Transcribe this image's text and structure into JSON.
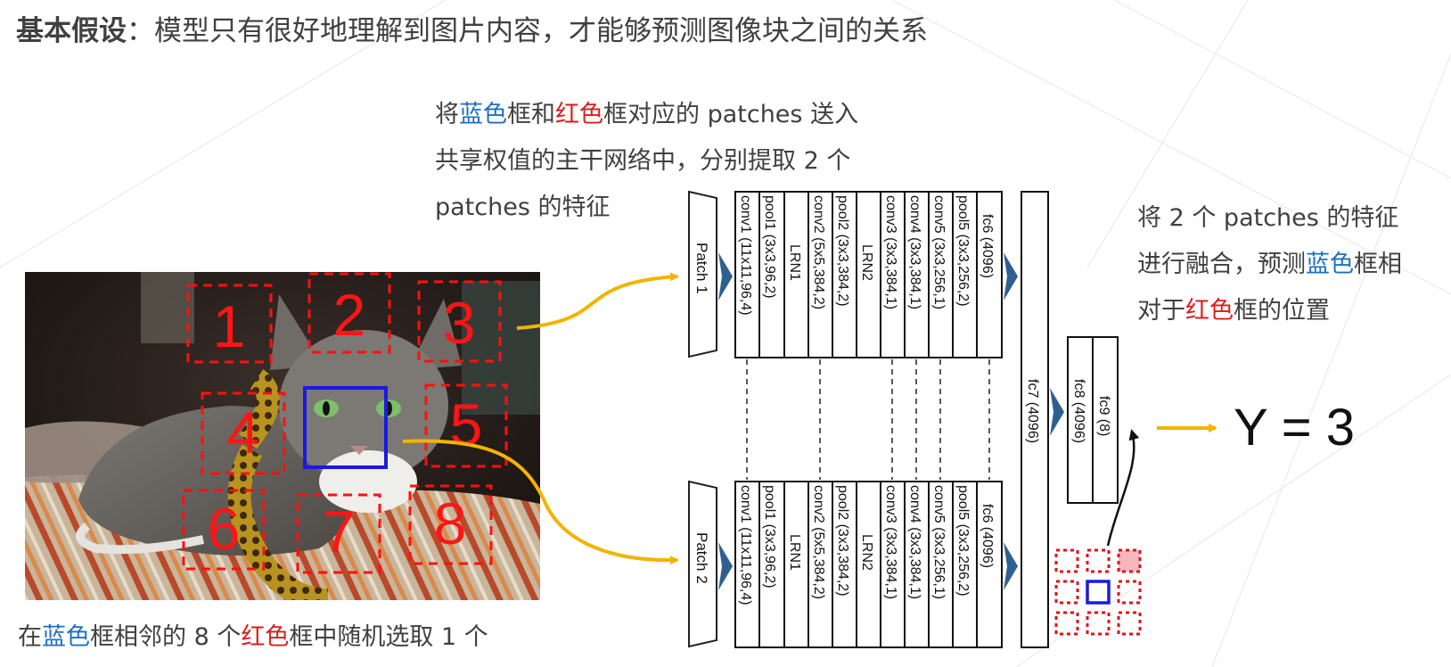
{
  "title": {
    "bold": "基本假设",
    "text": "：模型只有很好地理解到图片内容，才能够预测图像块之间的关系"
  },
  "top_text": {
    "l1_a": "将",
    "l1_blue": "蓝色",
    "l1_b": "框和",
    "l1_red": "红色",
    "l1_c": "框对应的 patches 送入",
    "l2": "共享权值的主干网络中，分别提取 2 个",
    "l3": "patches 的特征"
  },
  "right_text": {
    "l1": "将 2 个 patches 的特征",
    "l2_a": "进行融合，预测",
    "l2_blue": "蓝色",
    "l2_b": "框相",
    "l3_a": "对于",
    "l3_red": "红色",
    "l3_b": "框的位置"
  },
  "bottom_text": {
    "a": "在",
    "blue": "蓝色",
    "b": "框相邻的 8 个",
    "red": "红色",
    "c": "框中随机选取 1 个"
  },
  "patch_numbers": [
    "1",
    "2",
    "3",
    "4",
    "5",
    "6",
    "7",
    "8"
  ],
  "network": {
    "patch1": "Patch 1",
    "patch2": "Patch 2",
    "layers": [
      "conv1 (11x11,96,4)",
      "pool1 (3x3,96,2)",
      "LRN1",
      "conv2 (5x5,384,2)",
      "pool2 (3x3,384,2)",
      "LRN2",
      "conv3 (3x3,384,1)",
      "conv4 (3x3,384,1)",
      "conv5 (3x3,256,1)",
      "pool5 (3x3,256,2)",
      "fc6 (4096)"
    ],
    "fc7": "fc7 (4096)",
    "fc8": "fc8 (4096)",
    "fc9": "fc9 (8)"
  },
  "output": "Y = 3",
  "colors": {
    "blue": "#1f6fc0",
    "red": "#d81e1e",
    "arrow": "#f2b400",
    "box_blue": "#1a1adf",
    "chevron": "#2f5f92"
  }
}
